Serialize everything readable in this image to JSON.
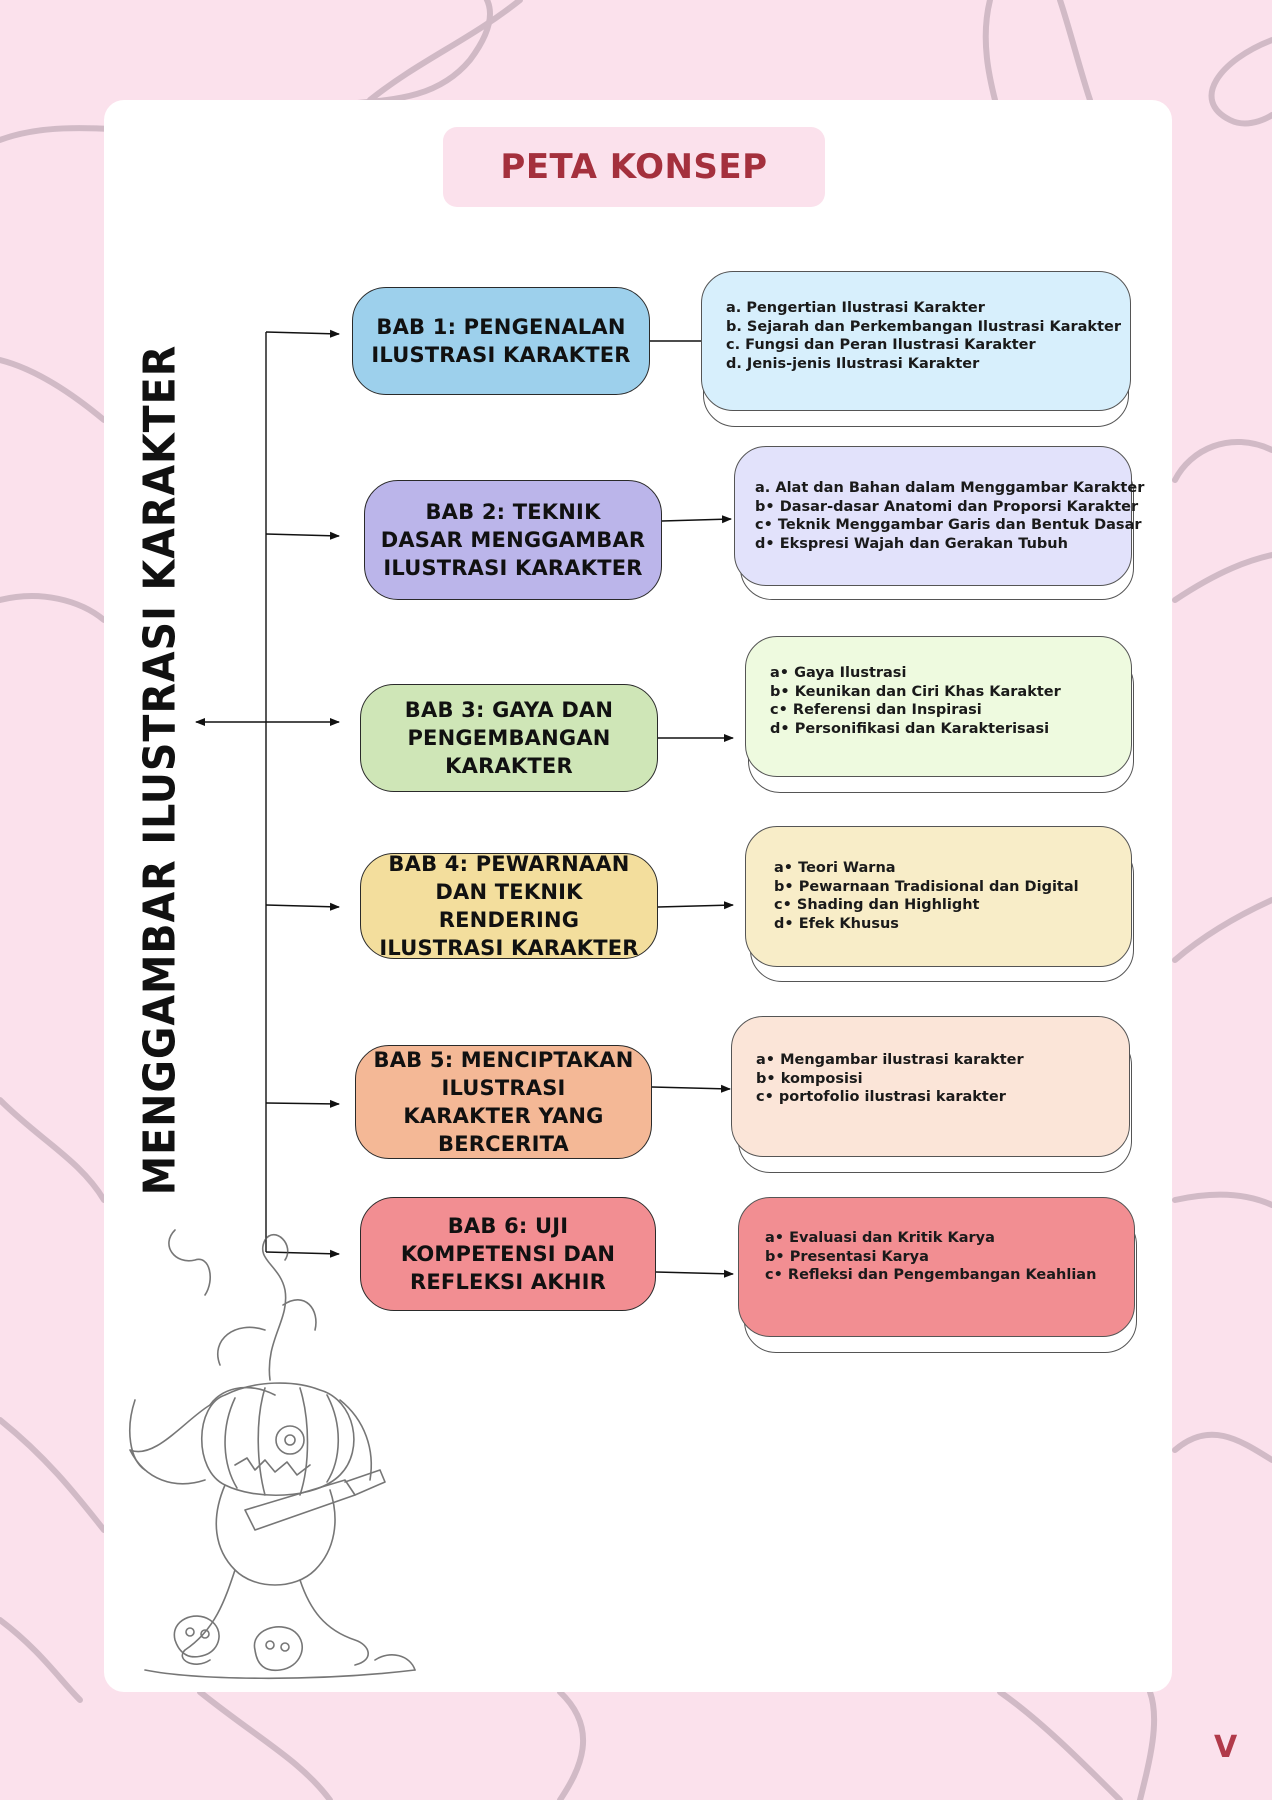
{
  "title": "PETA KONSEP",
  "main_topic": "MENGGAMBAR ILUSTRASI KARAKTER",
  "page_number": "V",
  "colors": {
    "background": "#fbe1ec",
    "title_text": "#a4303d",
    "bab1": "#9dd0ec",
    "bab1_detail": "#d7effc",
    "bab2": "#bbb5ea",
    "bab2_detail": "#e2e2fb",
    "bab3": "#cfe6b7",
    "bab3_detail": "#eefadf",
    "bab4": "#f3de9d",
    "bab4_detail": "#f8edc8",
    "bab5": "#f4b896",
    "bab5_detail": "#fbe5d8",
    "bab6": "#f28e92",
    "bab6_detail": "#f28e92"
  },
  "chapters": [
    {
      "label": "BAB 1: PENGENALAN\nILUSTRASI KARAKTER",
      "items": [
        "a. Pengertian Ilustrasi Karakter",
        "b. Sejarah dan Perkembangan Ilustrasi Karakter",
        "c. Fungsi dan Peran Ilustrasi Karakter",
        "d. Jenis-jenis Ilustrasi Karakter"
      ]
    },
    {
      "label": "BAB 2: TEKNIK\nDASAR MENGGAMBAR\nILUSTRASI KARAKTER",
      "items": [
        "a. Alat dan Bahan dalam Menggambar Karakter",
        "b• Dasar-dasar Anatomi dan Proporsi Karakter",
        "c•  Teknik Menggambar Garis dan Bentuk Dasar",
        "d• Ekspresi Wajah dan Gerakan Tubuh"
      ]
    },
    {
      "label": "BAB 3: GAYA DAN\nPENGEMBANGAN\nKARAKTER",
      "items": [
        "a• Gaya Ilustrasi",
        "b• Keunikan dan Ciri Khas Karakter",
        "c• Referensi dan Inspirasi",
        "d• Personifikasi dan Karakterisasi"
      ]
    },
    {
      "label": "BAB 4: PEWARNAAN\nDAN TEKNIK RENDERING\nILUSTRASI KARAKTER",
      "items": [
        "a• Teori Warna",
        "b• Pewarnaan Tradisional dan Digital",
        "c• Shading dan Highlight",
        "d• Efek Khusus"
      ]
    },
    {
      "label": "BAB 5: MENCIPTAKAN ILUSTRASI\nKARAKTER YANG BERCERITA",
      "items": [
        "a• Mengambar ilustrasi karakter",
        "b• komposisi",
        "c• portofolio ilustrasi karakter"
      ]
    },
    {
      "label": "BAB 6: UJI KOMPETENSI DAN\nREFLEKSI AKHIR",
      "items": [
        "a• Evaluasi dan Kritik Karya",
        "b• Presentasi Karya",
        "c• Refleksi dan Pengembangan Keahlian"
      ]
    }
  ]
}
